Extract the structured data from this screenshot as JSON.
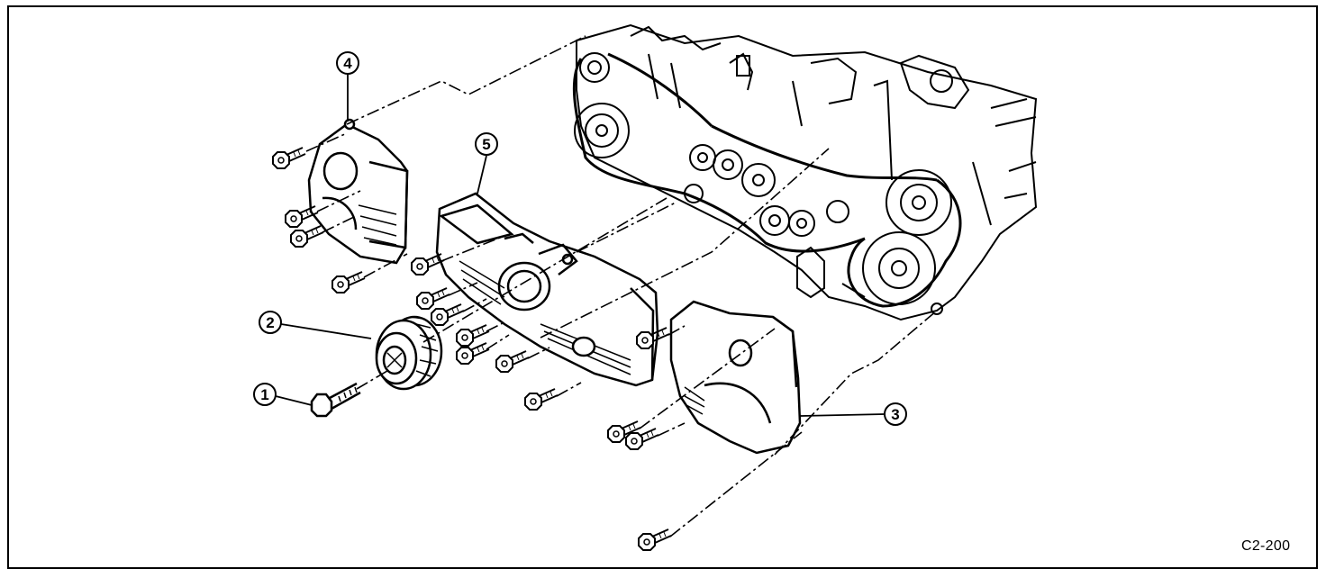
{
  "callouts": [
    {
      "id": "1",
      "label": "1",
      "part": "bolt"
    },
    {
      "id": "2",
      "label": "2",
      "part": "pulley"
    },
    {
      "id": "3",
      "label": "3",
      "part": "right timing belt cover"
    },
    {
      "id": "4",
      "label": "4",
      "part": "left timing belt cover"
    },
    {
      "id": "5",
      "label": "5",
      "part": "center timing belt cover"
    }
  ],
  "figure_code": "C2-200",
  "icons": {
    "bolt": "bolt-icon",
    "pulley": "pulley-icon",
    "engine": "engine-icon"
  },
  "colors": {
    "line": "#000000",
    "background": "#ffffff"
  }
}
